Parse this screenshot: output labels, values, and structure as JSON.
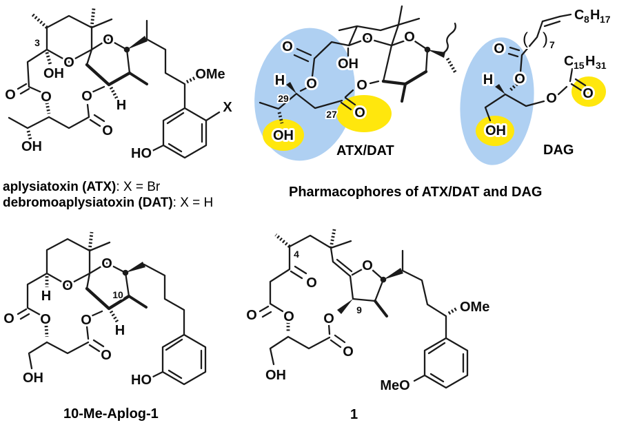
{
  "figure": {
    "captions": {
      "atx_name": "aplysiatoxin (ATX)",
      "atx_rest": ": X = Br",
      "dat_name": "debromoaplysiatoxin (DAT)",
      "dat_rest": ": X = H",
      "pharmacophores": "Pharmacophores of ATX/DAT and DAG",
      "atxdat": "ATX/DAT",
      "dag": "DAG",
      "aplog": "10-Me-Aplog-1",
      "compound1": "1"
    },
    "atom_labels": {
      "o": "O",
      "oh": "OH",
      "ho": "HO",
      "h": "H",
      "x": "X",
      "ome": "OMe",
      "meo": "MeO"
    },
    "locants": {
      "c3": "3",
      "c4": "4",
      "c9": "9",
      "c10": "10",
      "c27": "27",
      "c29": "29"
    },
    "formulas": {
      "c": "C",
      "h": "H",
      "n8": "8",
      "n17": "17",
      "n15": "15",
      "n31": "31",
      "n7": "7",
      "lparen": "(",
      "rparen": ")"
    },
    "colors": {
      "bond": "#1a1a1a",
      "highlight_blue": "#afd0f2",
      "highlight_yellow": "#ffe70d"
    }
  }
}
